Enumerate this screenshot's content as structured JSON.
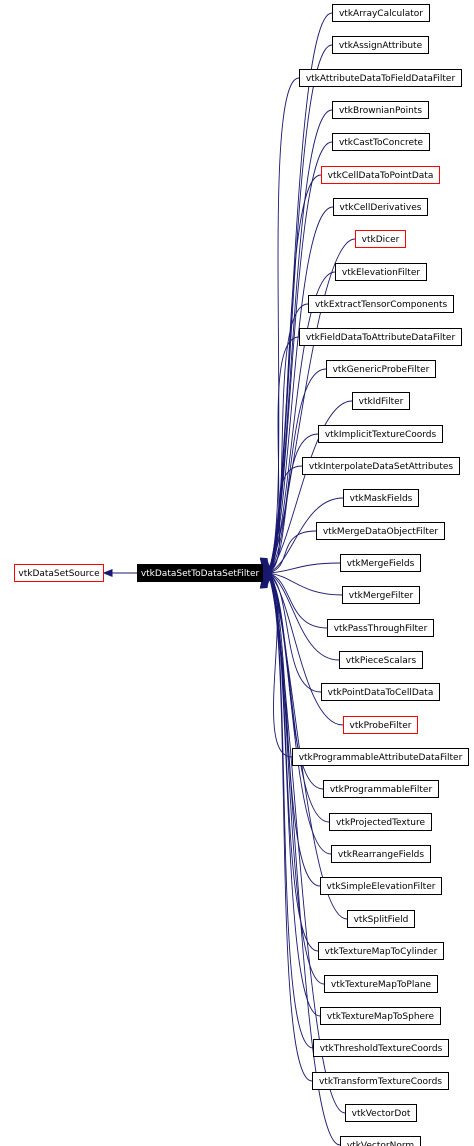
{
  "colors": {
    "edge": "#191970",
    "normal_border": "#000000",
    "link_border": "#ff0000",
    "focus_fill": "#000000",
    "focus_text": "#ffffff"
  },
  "graph": {
    "base_class": {
      "label": "vtkDataSetSource",
      "border": "red"
    },
    "focus_class": {
      "label": "vtkDataSetToDataSetFilter"
    },
    "subclasses": [
      {
        "label": "vtkArrayCalculator",
        "border": "black"
      },
      {
        "label": "vtkAssignAttribute",
        "border": "black"
      },
      {
        "label": "vtkAttributeDataToFieldDataFilter",
        "border": "black"
      },
      {
        "label": "vtkBrownianPoints",
        "border": "black"
      },
      {
        "label": "vtkCastToConcrete",
        "border": "black"
      },
      {
        "label": "vtkCellDataToPointData",
        "border": "red"
      },
      {
        "label": "vtkCellDerivatives",
        "border": "black"
      },
      {
        "label": "vtkDicer",
        "border": "red"
      },
      {
        "label": "vtkElevationFilter",
        "border": "black"
      },
      {
        "label": "vtkExtractTensorComponents",
        "border": "black"
      },
      {
        "label": "vtkFieldDataToAttributeDataFilter",
        "border": "black"
      },
      {
        "label": "vtkGenericProbeFilter",
        "border": "black"
      },
      {
        "label": "vtkIdFilter",
        "border": "black"
      },
      {
        "label": "vtkImplicitTextureCoords",
        "border": "black"
      },
      {
        "label": "vtkInterpolateDataSetAttributes",
        "border": "black"
      },
      {
        "label": "vtkMaskFields",
        "border": "black"
      },
      {
        "label": "vtkMergeDataObjectFilter",
        "border": "black"
      },
      {
        "label": "vtkMergeFields",
        "border": "black"
      },
      {
        "label": "vtkMergeFilter",
        "border": "black"
      },
      {
        "label": "vtkPassThroughFilter",
        "border": "black"
      },
      {
        "label": "vtkPieceScalars",
        "border": "black"
      },
      {
        "label": "vtkPointDataToCellData",
        "border": "black"
      },
      {
        "label": "vtkProbeFilter",
        "border": "red"
      },
      {
        "label": "vtkProgrammableAttributeDataFilter",
        "border": "black"
      },
      {
        "label": "vtkProgrammableFilter",
        "border": "black"
      },
      {
        "label": "vtkProjectedTexture",
        "border": "black"
      },
      {
        "label": "vtkRearrangeFields",
        "border": "black"
      },
      {
        "label": "vtkSimpleElevationFilter",
        "border": "black"
      },
      {
        "label": "vtkSplitField",
        "border": "black"
      },
      {
        "label": "vtkTextureMapToCylinder",
        "border": "black"
      },
      {
        "label": "vtkTextureMapToPlane",
        "border": "black"
      },
      {
        "label": "vtkTextureMapToSphere",
        "border": "black"
      },
      {
        "label": "vtkThresholdTextureCoords",
        "border": "black"
      },
      {
        "label": "vtkTransformTextureCoords",
        "border": "black"
      },
      {
        "label": "vtkVectorDot",
        "border": "black"
      },
      {
        "label": "vtkVectorNorm",
        "border": "black"
      }
    ]
  }
}
